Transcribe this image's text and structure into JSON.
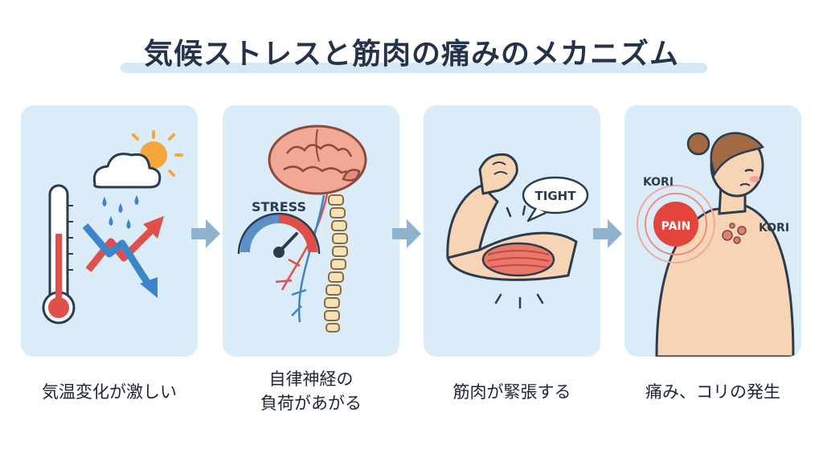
{
  "title": "気候ストレスと筋肉の痛みのメカニズム",
  "steps": [
    {
      "caption_lines": [
        "気温変化が激しい"
      ]
    },
    {
      "caption_lines": [
        "自律神経の",
        "負荷があがる"
      ],
      "gauge_label": "STRESS"
    },
    {
      "caption_lines": [
        "筋肉が緊張する"
      ],
      "bubble_label": "TIGHT"
    },
    {
      "caption_lines": [
        "痛み、コリの発生"
      ],
      "pain_label": "PAIN",
      "kori_label_1": "KORI",
      "kori_label_2": "KORI"
    }
  ],
  "colors": {
    "panel_bg": "#d9ecf8",
    "arrow": "#8fb3cc",
    "warm_red": "#e0504a",
    "cool_blue": "#3a86c8",
    "skin": "#f7d4b4"
  }
}
